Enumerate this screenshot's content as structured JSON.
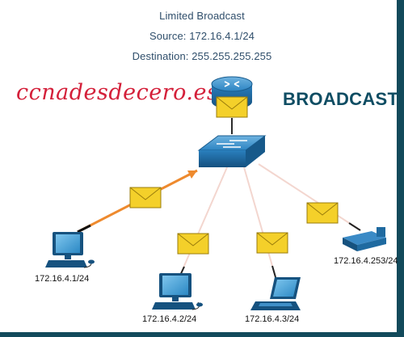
{
  "header": {
    "title": "Limited Broadcast",
    "source": "Source: 172.16.4.1/24",
    "destination": "Destination: 255.255.255.255"
  },
  "brand": "ccnadesdecero.es",
  "badge": "BROADCAST",
  "hosts": [
    {
      "label": "172.16.4.1/24"
    },
    {
      "label": "172.16.4.2/24"
    },
    {
      "label": "172.16.4.3/24"
    },
    {
      "label": "172.16.4.253/24"
    }
  ],
  "colors": {
    "frame": "#124a5b",
    "device": "#1f77b4",
    "envelope": "#f4d02a",
    "path_active": "#ee8a2e",
    "brand": "#d4203a"
  }
}
